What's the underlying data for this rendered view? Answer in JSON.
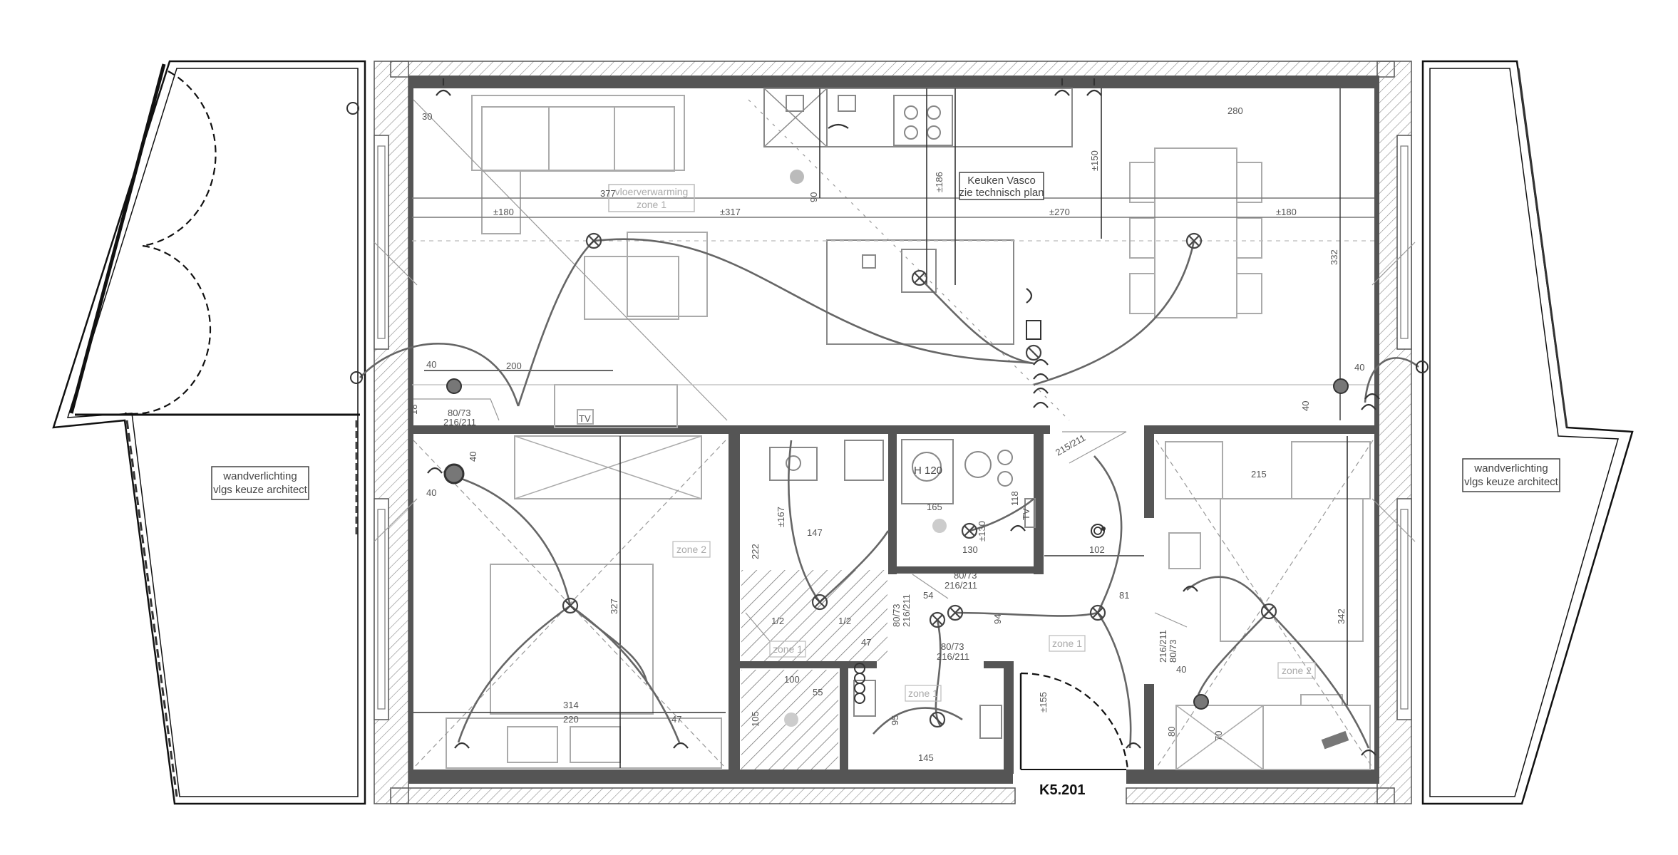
{
  "plan": {
    "unit_label": "K5.201",
    "notes": {
      "wall_light_left": [
        "wandverlichting",
        "vlgs keuze architect"
      ],
      "wall_light_right": [
        "wandverlichting",
        "vlgs keuze architect"
      ],
      "kitchen": [
        "Keuken Vasco",
        "zie technisch plan"
      ],
      "floor_heating": "vloerverwarming"
    },
    "zones": {
      "z1_living": "zone 1",
      "z2_bed": "zone 2",
      "z3_bath": "zone 1",
      "z4_wc": "zone 1",
      "z5_hall": "zone 1",
      "z6_bed2": "zone 2"
    },
    "appliance": {
      "boiler": "H 120",
      "tv": "TV",
      "tv2": "TV"
    },
    "dimensions": {
      "d30": "30",
      "d377": "377",
      "d180a": "±180",
      "d317": "±317",
      "d90": "90",
      "d186": "±186",
      "d150": "±150",
      "d270": "±270",
      "d280": "280",
      "d180b": "±180",
      "d332": "332",
      "d40a": "40",
      "d200": "200",
      "d18": "18",
      "d8073a": "80/73",
      "d216211a": "216/211",
      "d40b": "40",
      "d40c": "40",
      "d40d": "40",
      "d40e": "40",
      "d327": "327",
      "d314": "314",
      "d220": "220",
      "d47a": "47",
      "d222": "222",
      "d167": "±167",
      "d147": "147",
      "d12a": "1/2",
      "d12b": "1/2",
      "d47b": "47",
      "d100": "100",
      "d105": "105",
      "d55": "55",
      "d165": "165",
      "d118": "118",
      "d130": "130",
      "d130b": "±130",
      "d8073b": "80/73",
      "d216211b": "216/211",
      "d54": "54",
      "d94": "94",
      "d8073c": "80/73",
      "d216211c": "216/211",
      "d8073d": "80/73",
      "d216211d": "216/211",
      "d95": "95",
      "d145": "145",
      "d155": "±155",
      "d102": "102",
      "d215": "215",
      "d21573": "215/211",
      "d81": "81",
      "d342": "342",
      "d8073e": "80/73",
      "d216211e": "216/211",
      "d80": "80",
      "d70": "70",
      "d40f": "40"
    }
  }
}
